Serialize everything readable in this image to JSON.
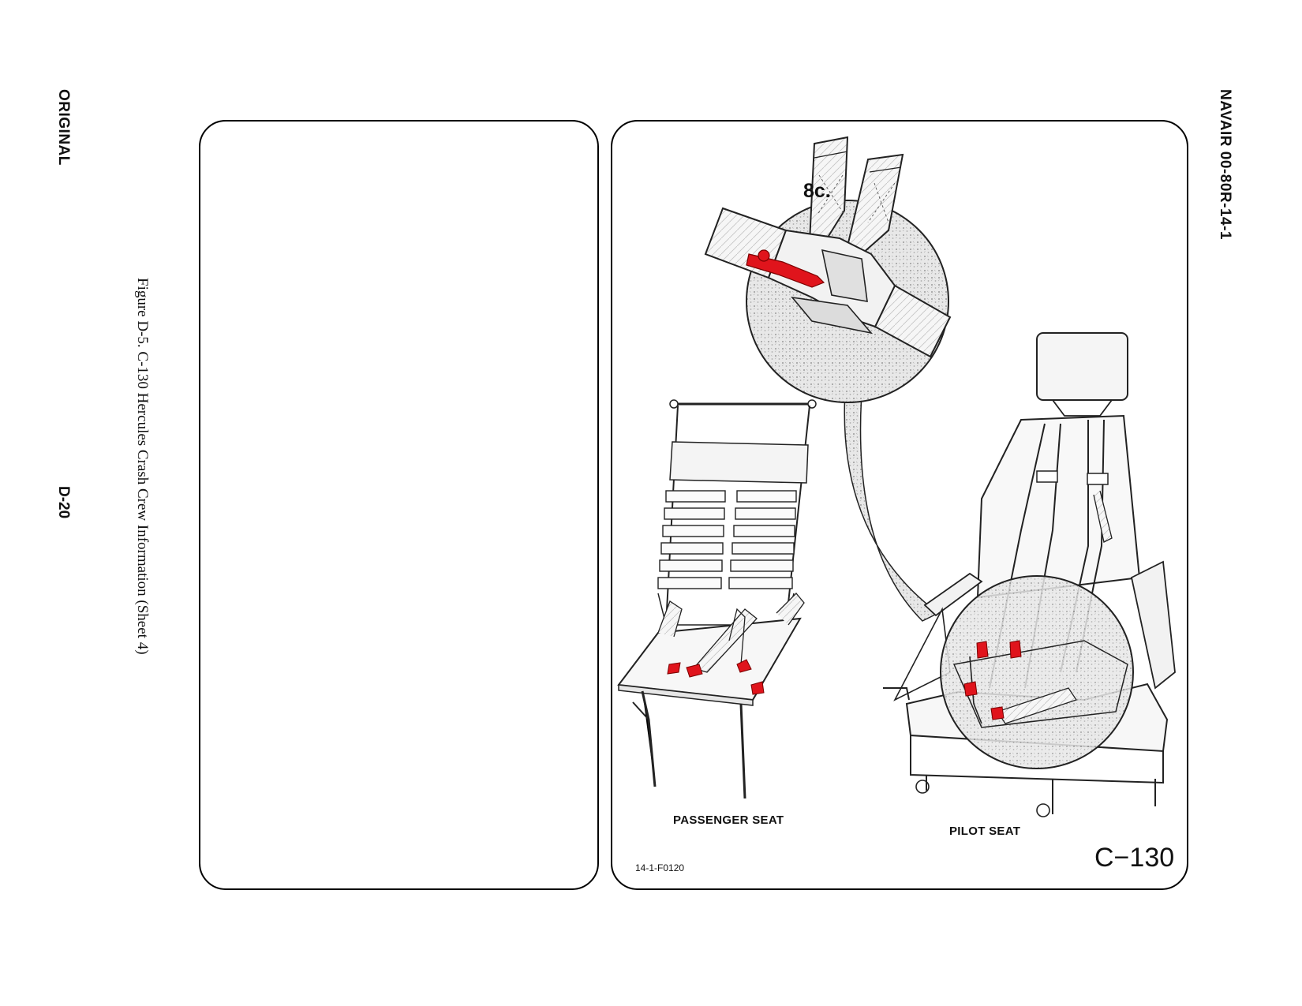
{
  "header": {
    "document_id": "NAVAIR 00-80R-14-1",
    "edition": "ORIGINAL",
    "page_number": "D-20"
  },
  "figure": {
    "caption": "Figure D-5.  C-130 Hercules Crash Crew Information (Sheet 4)"
  },
  "illustration": {
    "step_label": "8c.",
    "passenger_seat_label": "PASSENGER SEAT",
    "pilot_seat_label": "PILOT SEAT",
    "figure_id": "14-1-F0120",
    "aircraft_label": "C−130",
    "highlight_color": "#e0141c"
  }
}
